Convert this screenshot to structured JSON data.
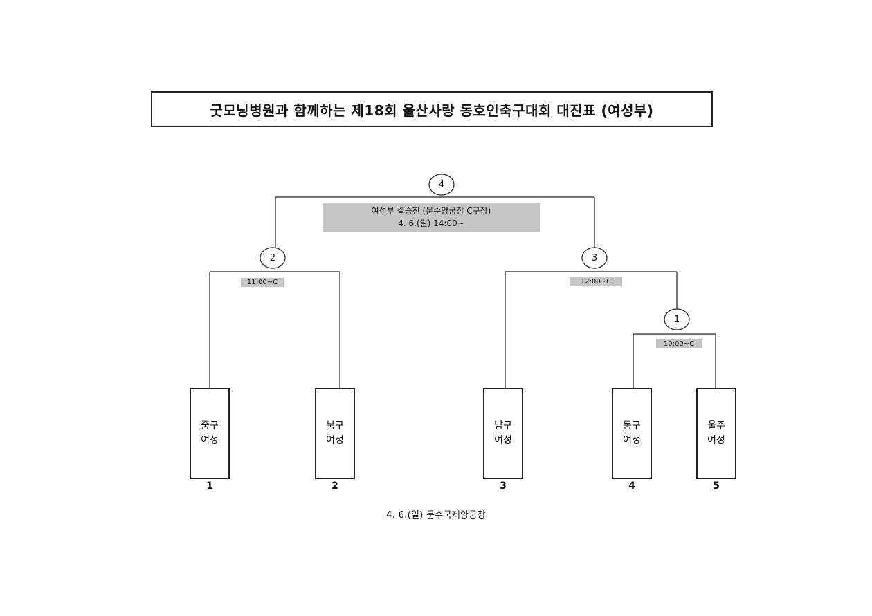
{
  "title": "굿모닝병원과 함께하는 제18회 울산사랑 동호인축구대회 대진표 (여성부)",
  "final": {
    "match_no": "4",
    "label_line1": "여성부 결승전 (문수양궁장 C구장)",
    "label_line2": "4. 6.(일) 14:00~"
  },
  "semis": [
    {
      "match_no": "2",
      "time": "11:00~C"
    },
    {
      "match_no": "3",
      "time": "12:00~C"
    }
  ],
  "round1": [
    {
      "match_no": "1",
      "time": "10:00~C"
    }
  ],
  "teams": [
    {
      "line1": "중구",
      "line2": "여성",
      "seed": "1"
    },
    {
      "line1": "북구",
      "line2": "여성",
      "seed": "2"
    },
    {
      "line1": "남구",
      "line2": "여성",
      "seed": "3"
    },
    {
      "line1": "동구",
      "line2": "여성",
      "seed": "4"
    },
    {
      "line1": "울주",
      "line2": "여성",
      "seed": "5"
    }
  ],
  "footer": "4. 6.(일) 문수국제양궁장"
}
